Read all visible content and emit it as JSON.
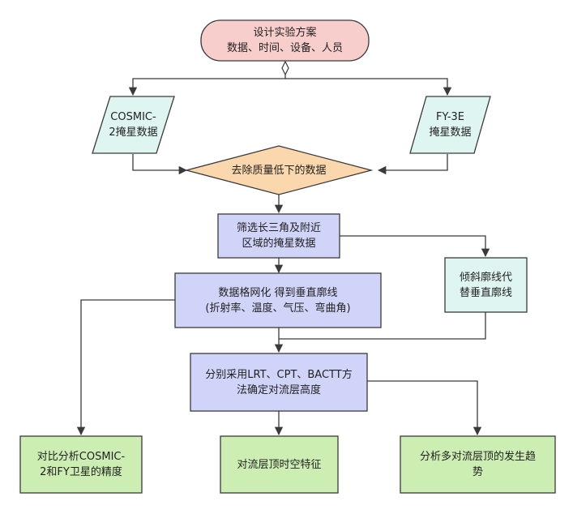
{
  "colors": {
    "start_fill": "#f8cecc",
    "io_fill": "#dff5f2",
    "decision_fill": "#fad7ac",
    "process_fill": "#d0d4f8",
    "alt_fill": "#dff5f2",
    "result_fill": "#cdeeb3",
    "stroke": "#3a3a3a"
  },
  "nodes": {
    "start": {
      "line1": "设计实验方案",
      "line2": "数据、时间、设备、人员"
    },
    "cosmic": {
      "line1": "COSMIC-",
      "line2": "2掩星数据"
    },
    "fy3e": {
      "line1": "FY-3E",
      "line2": "掩星数据"
    },
    "filter_bad": {
      "label": "去除质量低下的数据"
    },
    "select_region": {
      "line1": "筛选长三角及附近",
      "line2": "区域的掩星数据"
    },
    "grid_profile": {
      "line1": "数据格网化 得到垂直廓线",
      "line2": "(折射率、温度、气压、弯曲角)"
    },
    "slant_profile": {
      "line1": "倾斜廓线代",
      "line2": "替垂直廓线"
    },
    "methods": {
      "line1": "分别采用LRT、CPT、BACTT方",
      "line2": "法确定对流层高度"
    },
    "compare_accuracy": {
      "line1": "对比分析COSMIC-",
      "line2": "2和FY卫星的精度"
    },
    "spatiotemporal": {
      "label": "对流层顶时空特征"
    },
    "multi_tropopause": {
      "line1": "分析多对流层顶的发生趋",
      "line2": "势"
    }
  }
}
